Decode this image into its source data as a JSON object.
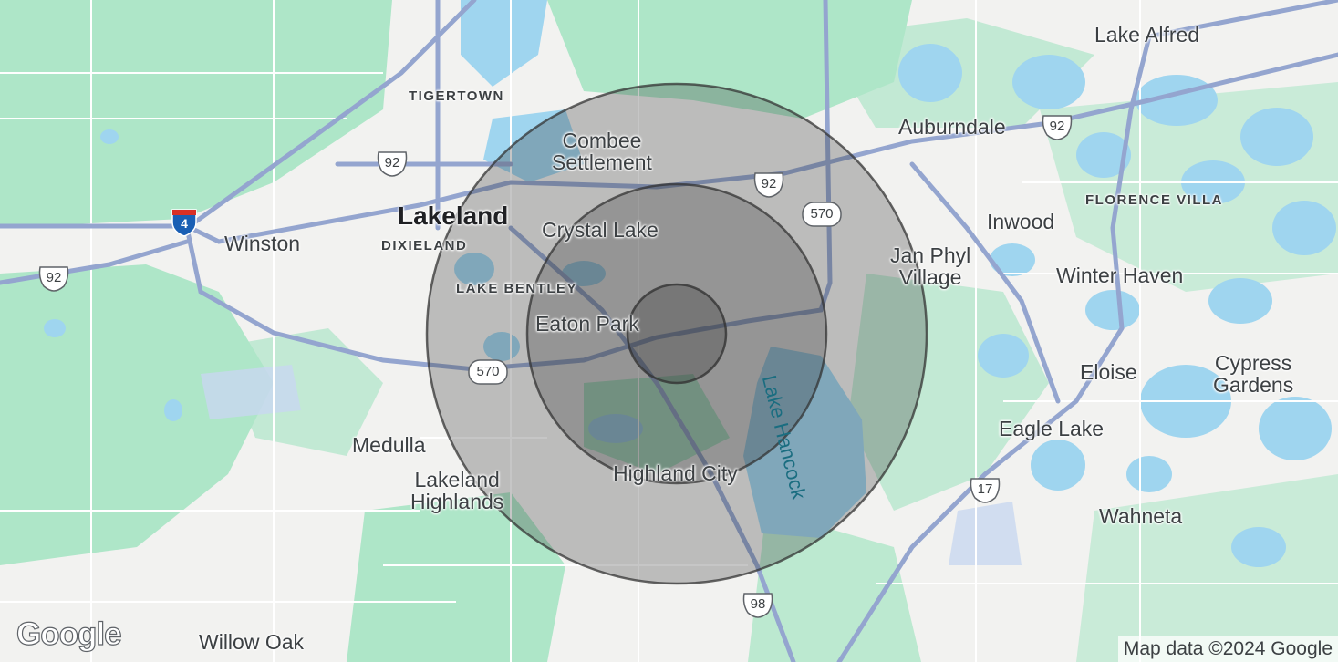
{
  "map": {
    "provider_logo": "Google",
    "attribution": "Map data ©2024 Google",
    "colors": {
      "land": "#f2f2f0",
      "park": "#aee6c8",
      "water": "#9fd5ef",
      "road_major": "#94a5cf",
      "road_minor": "#ffffff",
      "circle_fill": "#333333",
      "circle_stroke": "#333333"
    },
    "radius_rings": [
      {
        "name": "inner-ring"
      },
      {
        "name": "middle-ring"
      },
      {
        "name": "outer-ring"
      }
    ],
    "place_labels": {
      "lake_alfred": "Lake Alfred",
      "tigertown": "TIGERTOWN",
      "combee_settlement": "Combee\nSettlement",
      "auburndale": "Auburndale",
      "florence_villa": "FLORENCE VILLA",
      "lakeland": "Lakeland",
      "crystal_lake": "Crystal Lake",
      "inwood": "Inwood",
      "winston": "Winston",
      "dixieland": "DIXIELAND",
      "jan_phyl_village": "Jan Phyl\nVillage",
      "winter_haven": "Winter Haven",
      "lake_bentley": "LAKE BENTLEY",
      "eaton_park": "Eaton Park",
      "eloise": "Eloise",
      "cypress_gardens": "Cypress\nGardens",
      "lake_hancock": "Lake Hancock",
      "eagle_lake": "Eagle Lake",
      "medulla": "Medulla",
      "lakeland_highlands": "Lakeland\nHighlands",
      "highland_city": "Highland City",
      "wahneta": "Wahneta",
      "willow_oak": "Willow Oak"
    },
    "route_shields": {
      "us92_north": "92",
      "us92_auburndale": "92",
      "us92_east": "92",
      "us92_west": "92",
      "i4": "4",
      "sr570_east": "570",
      "sr570_west": "570",
      "us17": "17",
      "us98": "98"
    }
  }
}
